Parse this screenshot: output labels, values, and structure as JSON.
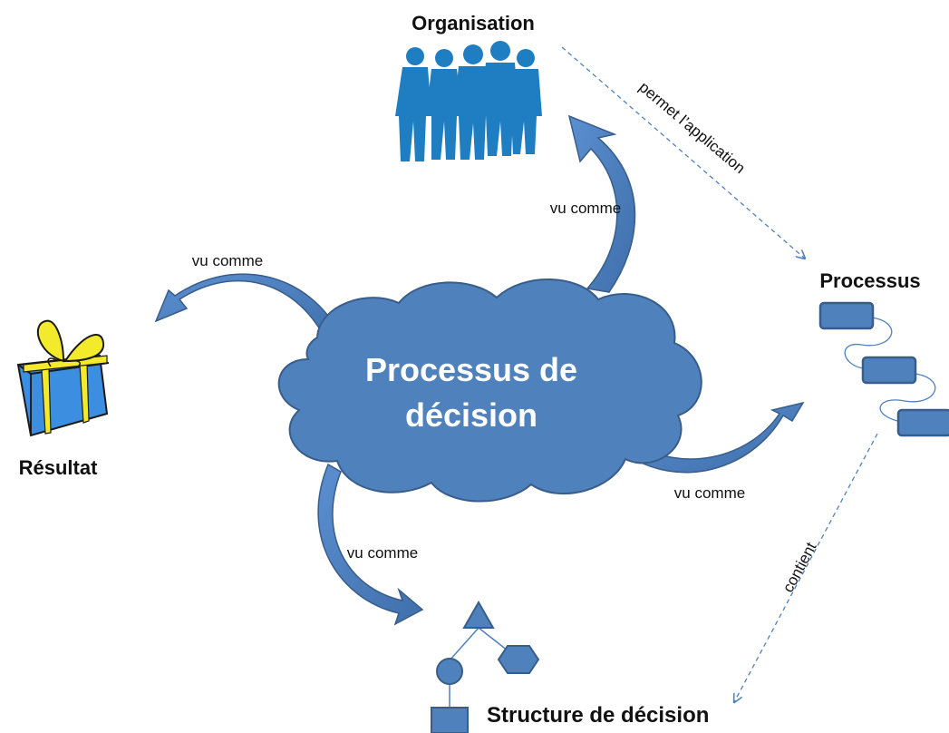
{
  "colors": {
    "primary": "#4f81bd",
    "primary_dark": "#385d8a",
    "people": "#1f7ec1",
    "gift_box": "#3b8ee0",
    "gift_ribbon": "#f2ea2a",
    "dashed": "#4f81bd",
    "text": "#111111",
    "cloud_text": "#ffffff"
  },
  "center": {
    "line1": "Processus de",
    "line2": "décision"
  },
  "nodes": {
    "organisation": "Organisation",
    "processus": "Processus",
    "resultat": "Résultat",
    "structure": "Structure de décision"
  },
  "edges": {
    "vu_comme_organisation": "vu comme",
    "vu_comme_resultat": "vu comme",
    "vu_comme_processus": "vu comme",
    "vu_comme_structure": "vu comme",
    "permet": "permet l’application",
    "contient": "contient"
  },
  "icons": {
    "organisation": "people-group-icon",
    "resultat": "gift-box-icon",
    "processus": "process-flow-icon",
    "structure": "decision-tree-icon"
  }
}
